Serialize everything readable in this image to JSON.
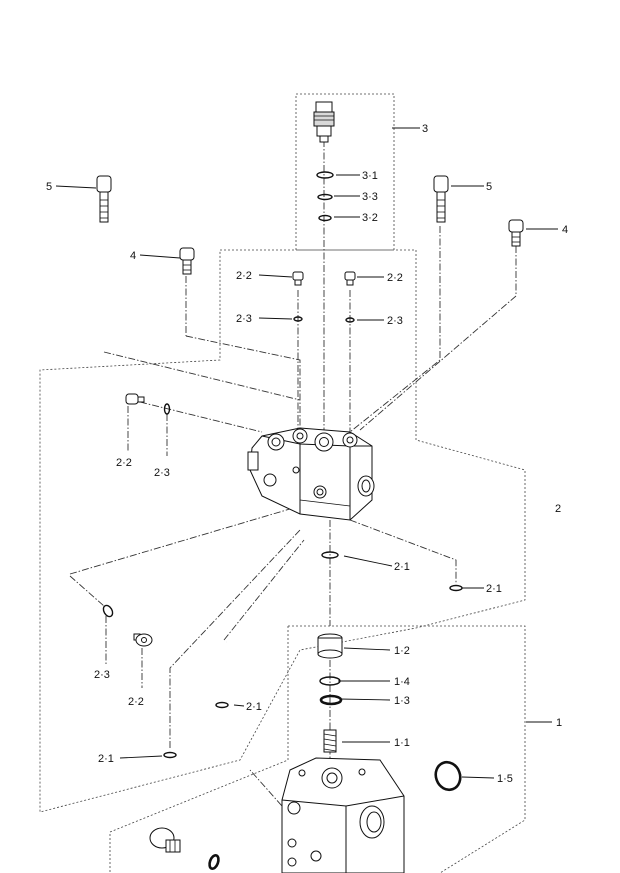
{
  "diagram": {
    "callouts": [
      {
        "id": "c-3",
        "text": "3"
      },
      {
        "id": "c-3-1",
        "text": "3·1"
      },
      {
        "id": "c-3-3",
        "text": "3·3"
      },
      {
        "id": "c-3-2",
        "text": "3·2"
      },
      {
        "id": "c-5-left",
        "text": "5"
      },
      {
        "id": "c-5-right",
        "text": "5"
      },
      {
        "id": "c-4-right",
        "text": "4"
      },
      {
        "id": "c-4-left",
        "text": "4"
      },
      {
        "id": "c-2-2-top-left",
        "text": "2·2"
      },
      {
        "id": "c-2-2-top-right",
        "text": "2·2"
      },
      {
        "id": "c-2-3-top-left",
        "text": "2·3"
      },
      {
        "id": "c-2-3-top-right",
        "text": "2·3"
      },
      {
        "id": "c-2-2-side",
        "text": "2·2"
      },
      {
        "id": "c-2-3-side",
        "text": "2·3"
      },
      {
        "id": "c-2",
        "text": "2"
      },
      {
        "id": "c-2-1-center",
        "text": "2·1"
      },
      {
        "id": "c-2-1-right",
        "text": "2·1"
      },
      {
        "id": "c-2-3-lower",
        "text": "2·3"
      },
      {
        "id": "c-2-2-lower",
        "text": "2·2"
      },
      {
        "id": "c-2-1-mid",
        "text": "2·1"
      },
      {
        "id": "c-2-1-bottom",
        "text": "2·1"
      },
      {
        "id": "c-1-2",
        "text": "1·2"
      },
      {
        "id": "c-1-4",
        "text": "1·4"
      },
      {
        "id": "c-1-3",
        "text": "1·3"
      },
      {
        "id": "c-1",
        "text": "1"
      },
      {
        "id": "c-1-1",
        "text": "1·1"
      },
      {
        "id": "c-1-5",
        "text": "1·5"
      }
    ]
  }
}
